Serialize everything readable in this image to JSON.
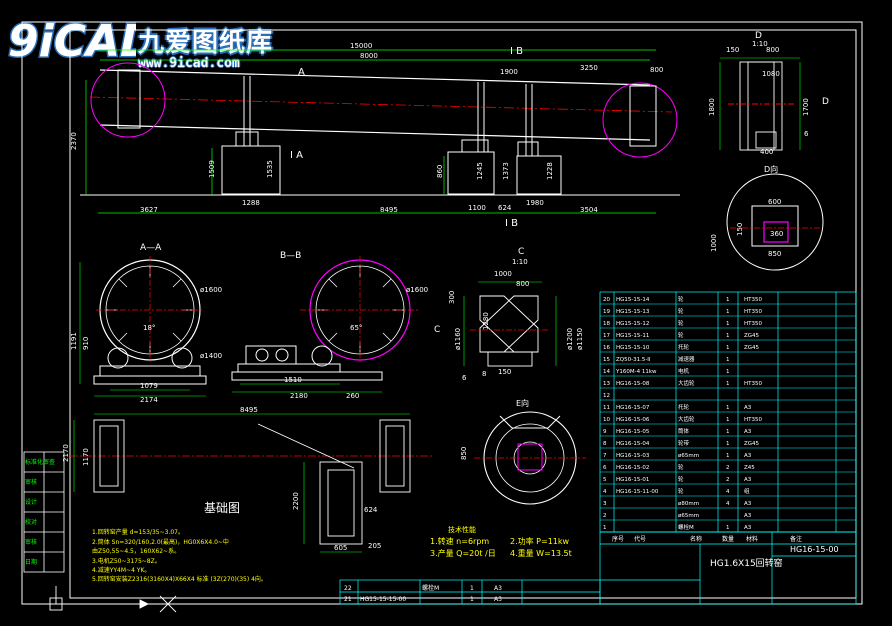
{
  "watermark": {
    "logo_text": "9iCAD",
    "title": "九爱图纸库",
    "url": "www.9icad.com"
  },
  "colors": {
    "background": "#000000",
    "frame": "#ffffff",
    "outline": "#00ffff",
    "dimension": "#00ff00",
    "centerline": "#ff0000",
    "hatch": "#ff00ff",
    "text": "#ffffff",
    "note": "#ffff00"
  },
  "main_view": {
    "section_label_a": "A",
    "section_label_b": "I B",
    "section_label_ia": "I A",
    "label_b_bottom": "I B",
    "dims_top": [
      "15000",
      "8000",
      "1900",
      "3250",
      "800"
    ],
    "dims_bottom": [
      "3627",
      "8495",
      "1100",
      "624",
      "3504"
    ],
    "dims_vertical": [
      "2370",
      "1509",
      "1535",
      "860",
      "1245",
      "1373",
      "1228"
    ],
    "dims_small": [
      "1288",
      "1980"
    ]
  },
  "detail_top_right": {
    "title": "D",
    "scale": "1:10",
    "dims": [
      "150",
      "800",
      "1080",
      "1800",
      "1700",
      "400",
      "6"
    ],
    "label_d": "D"
  },
  "detail_d": {
    "title": "D向",
    "dims": [
      "600",
      "360",
      "150",
      "850",
      "1000"
    ]
  },
  "section_aa": {
    "title": "A—A",
    "dims": [
      "1079",
      "2174",
      "1191",
      "910",
      "ø1600",
      "ø1400",
      "18°"
    ]
  },
  "section_bb": {
    "title": "B—B",
    "dims": [
      "1510",
      "2180",
      "260",
      "ø1600",
      "65°"
    ]
  },
  "detail_c": {
    "title": "C",
    "scale": "1:10",
    "dims": [
      "1000",
      "800",
      "300",
      "1280",
      "ø1160",
      "ø1200",
      "ø1150",
      "150",
      "8",
      "6"
    ],
    "label_c": "C"
  },
  "detail_e": {
    "title": "E向",
    "dims": [
      "850"
    ]
  },
  "foundation": {
    "title": "基础图",
    "dims": [
      "8495",
      "2170",
      "1170",
      "2200",
      "605",
      "205",
      "624"
    ]
  },
  "notes": {
    "heading": "技术要求",
    "lines": [
      "1.回转窑产量 d=153/35~3.07。",
      "2.筒体 Sn=320/160,2.0(最高)，HG0X6X4.0~中",
      "  由Z50,55~4.5，160X62~系。",
      "3.电机Z50~3175~8Z。",
      "4.减速YY4M~4 YK。",
      "5.回转窑安装Z2316(3160X4)X66X4 标准 (3Z(270)(35) 4向。"
    ]
  },
  "specs": {
    "heading": "技术性能",
    "lines": [
      "1.转速 n=6rpm",
      "2.功率 P=11kw",
      "3.产量 Q=20t /日",
      "4.重量 W=13.5t"
    ]
  },
  "bom": {
    "rows": [
      {
        "no": "20",
        "code": "HG15-15-14",
        "name": "轮",
        "qty": "1",
        "mat": "HT350"
      },
      {
        "no": "19",
        "code": "HG15-15-13",
        "name": "轮",
        "qty": "1",
        "mat": "HT350"
      },
      {
        "no": "18",
        "code": "HG15-15-12",
        "name": "轮",
        "qty": "1",
        "mat": "HT350"
      },
      {
        "no": "17",
        "code": "HG15-15-11",
        "name": "轮",
        "qty": "1",
        "mat": "ZG45"
      },
      {
        "no": "16",
        "code": "HG15-15-10",
        "name": "托轮",
        "qty": "1",
        "mat": "ZG45"
      },
      {
        "no": "15",
        "code": "ZQ50-31.5-II",
        "name": "减速器",
        "qty": "1",
        "mat": ""
      },
      {
        "no": "14",
        "code": "Y160M-4 11kw",
        "name": "电机",
        "qty": "1",
        "mat": ""
      },
      {
        "no": "13",
        "code": "HG16-15-08",
        "name": "大齿轮",
        "qty": "1",
        "mat": "HT350"
      },
      {
        "no": "12",
        "code": "",
        "name": "",
        "qty": "",
        "mat": ""
      },
      {
        "no": "11",
        "code": "HG16-15-07",
        "name": "托轮",
        "qty": "1",
        "mat": "A3"
      },
      {
        "no": "10",
        "code": "HG16-15-06",
        "name": "大齿轮",
        "qty": "1",
        "mat": "HT350"
      },
      {
        "no": "9",
        "code": "HG16-15-05",
        "name": "筒体",
        "qty": "1",
        "mat": "A3"
      },
      {
        "no": "8",
        "code": "HG16-15-04",
        "name": "轮带",
        "qty": "1",
        "mat": "ZG45"
      },
      {
        "no": "7",
        "code": "HG16-15-03",
        "name": "ø65mm",
        "qty": "1",
        "mat": "A3"
      },
      {
        "no": "6",
        "code": "HG16-15-02",
        "name": "轮",
        "qty": "2",
        "mat": "Z45"
      },
      {
        "no": "5",
        "code": "HG16-15-01",
        "name": "轮",
        "qty": "2",
        "mat": "A3"
      },
      {
        "no": "4",
        "code": "HG16-15-11-00",
        "name": "轮",
        "qty": "4",
        "mat": "组"
      },
      {
        "no": "3",
        "code": "",
        "name": "ø80mm",
        "qty": "4",
        "mat": "A3"
      },
      {
        "no": "2",
        "code": "",
        "name": "ø65mm",
        "qty": "",
        "mat": "A3"
      },
      {
        "no": "1",
        "code": "",
        "name": "螺栓M",
        "qty": "1",
        "mat": "A3"
      }
    ],
    "header": {
      "no": "序号",
      "code": "代号",
      "name": "名称",
      "qty": "数量",
      "mat": "材料",
      "note": "备注"
    },
    "bottom_rows": [
      {
        "no": "22",
        "code": "",
        "name": "螺栓M",
        "qty": "1",
        "mat": "A3"
      },
      {
        "no": "21",
        "code": "HG15-15-15-00",
        "name": "",
        "qty": "1",
        "mat": "A3"
      }
    ]
  },
  "title_block": {
    "name": "HG1.6X15回转窑",
    "drawing_no": "HG16-15-00"
  },
  "left_strip": [
    "标准化审查",
    "审核",
    "设计",
    "校对",
    "审核",
    "日期"
  ]
}
